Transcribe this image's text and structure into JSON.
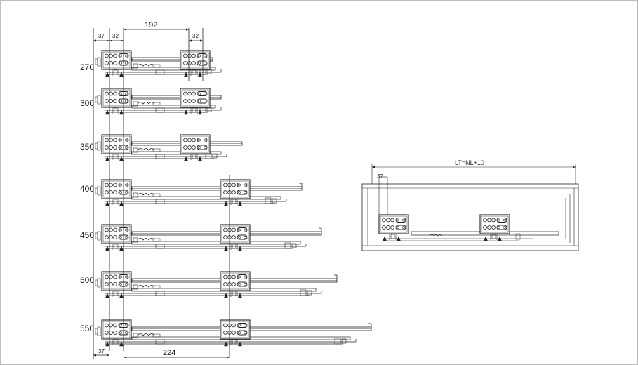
{
  "dimensions": {
    "top_span": "192",
    "top_left_offset": "37",
    "top_pitch_left": "32",
    "top_pitch_right": "32",
    "bottom_span": "224",
    "bottom_left_offset": "37"
  },
  "rows": [
    {
      "label": "270",
      "rail_length": 270
    },
    {
      "label": "300",
      "rail_length": 300
    },
    {
      "label": "350",
      "rail_length": 350
    },
    {
      "label": "400",
      "rail_length": 400
    },
    {
      "label": "450",
      "rail_length": 450
    },
    {
      "label": "500",
      "rail_length": 500
    },
    {
      "label": "550",
      "rail_length": 550
    }
  ],
  "side_view": {
    "overall_label": "LT=NL+10",
    "offset_label": "37"
  }
}
